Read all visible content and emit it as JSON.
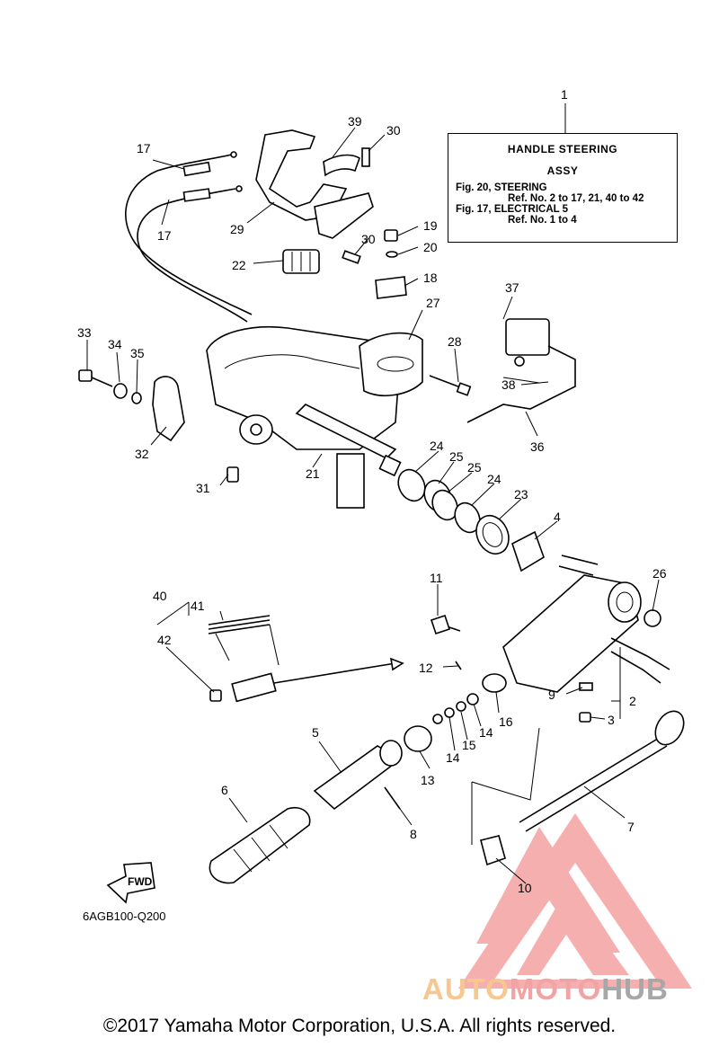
{
  "info_box": {
    "title": "HANDLE STEERING",
    "subtitle": "ASSY",
    "line1": "Fig. 20, STEERING",
    "line2": "Ref. No. 2 to 17, 21, 40 to 42",
    "line3": "Fig. 17, ELECTRICAL 5",
    "line4": "Ref. No. 1 to 4"
  },
  "diagram_code": "6AGB100-Q200",
  "fwd_label": "FWD",
  "copyright": "©2017 Yamaha Motor Corporation, U.S.A. All rights reserved.",
  "watermark": {
    "part1": "AUTO",
    "part2": "MOTO",
    "part3": "HUB"
  },
  "callouts": {
    "c1": "1",
    "c2": "2",
    "c3": "3",
    "c4": "4",
    "c5": "5",
    "c6": "6",
    "c7": "7",
    "c8": "8",
    "c9": "9",
    "c10": "10",
    "c11": "11",
    "c12": "12",
    "c13": "13",
    "c14a": "14",
    "c14b": "14",
    "c15": "15",
    "c16": "16",
    "c17a": "17",
    "c17b": "17",
    "c18": "18",
    "c19": "19",
    "c20": "20",
    "c21": "21",
    "c22": "22",
    "c23": "23",
    "c24a": "24",
    "c24b": "24",
    "c25a": "25",
    "c25b": "25",
    "c26": "26",
    "c27": "27",
    "c28": "28",
    "c29": "29",
    "c30a": "30",
    "c30b": "30",
    "c31": "31",
    "c32": "32",
    "c33": "33",
    "c34": "34",
    "c35": "35",
    "c36": "36",
    "c37": "37",
    "c38": "38",
    "c39": "39",
    "c40": "40",
    "c41": "41",
    "c42": "42"
  },
  "colors": {
    "watermark_red": "#ee6f6f",
    "watermark_orange": "#f5b15c",
    "watermark_gray": "#9a9a9a"
  }
}
